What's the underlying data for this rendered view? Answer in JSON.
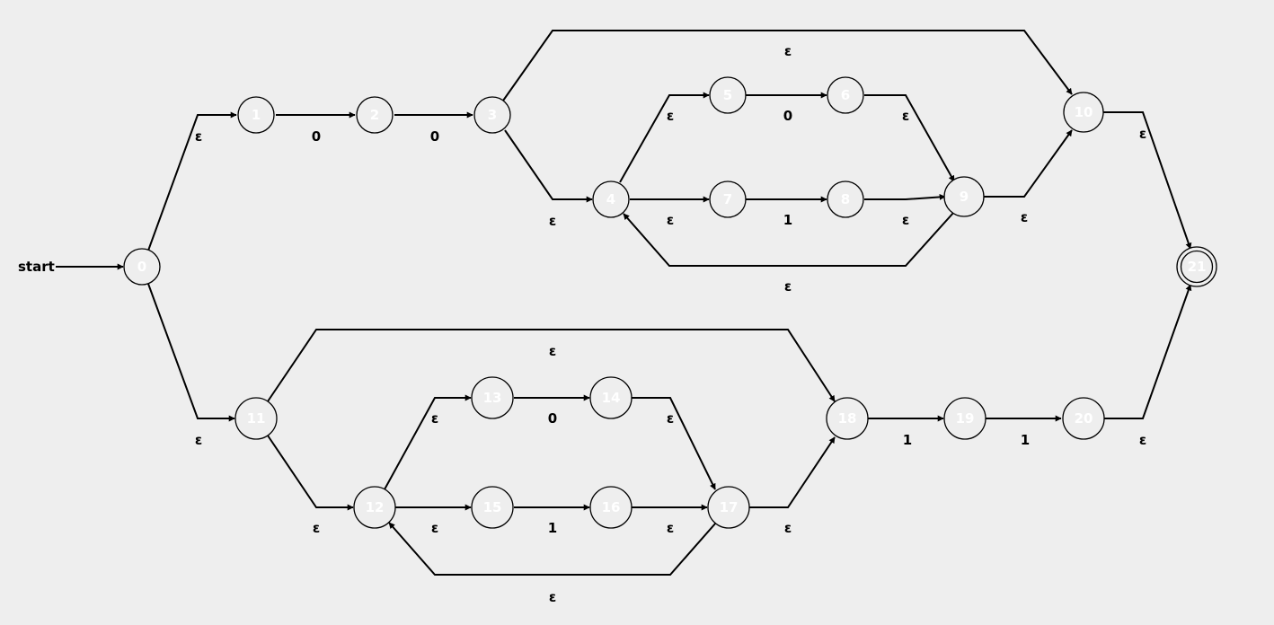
{
  "diagram": {
    "start_label": "start",
    "start_state": "0",
    "accept_states": [
      "21"
    ],
    "states": [
      "0",
      "1",
      "2",
      "3",
      "4",
      "5",
      "6",
      "7",
      "8",
      "9",
      "10",
      "11",
      "12",
      "13",
      "14",
      "15",
      "16",
      "17",
      "18",
      "19",
      "20",
      "21"
    ],
    "transitions": [
      {
        "from": "0",
        "to": "1",
        "label": "ε"
      },
      {
        "from": "1",
        "to": "2",
        "label": "0"
      },
      {
        "from": "2",
        "to": "3",
        "label": "0"
      },
      {
        "from": "3",
        "to": "10",
        "label": "ε"
      },
      {
        "from": "3",
        "to": "4",
        "label": "ε"
      },
      {
        "from": "4",
        "to": "5",
        "label": "ε"
      },
      {
        "from": "5",
        "to": "6",
        "label": "0"
      },
      {
        "from": "6",
        "to": "9",
        "label": "ε"
      },
      {
        "from": "4",
        "to": "7",
        "label": "ε"
      },
      {
        "from": "7",
        "to": "8",
        "label": "1"
      },
      {
        "from": "8",
        "to": "9",
        "label": "ε"
      },
      {
        "from": "9",
        "to": "4",
        "label": "ε"
      },
      {
        "from": "9",
        "to": "10",
        "label": "ε"
      },
      {
        "from": "10",
        "to": "21",
        "label": "ε"
      },
      {
        "from": "0",
        "to": "11",
        "label": "ε"
      },
      {
        "from": "11",
        "to": "18",
        "label": "ε"
      },
      {
        "from": "11",
        "to": "12",
        "label": "ε"
      },
      {
        "from": "12",
        "to": "13",
        "label": "ε"
      },
      {
        "from": "13",
        "to": "14",
        "label": "0"
      },
      {
        "from": "14",
        "to": "17",
        "label": "ε"
      },
      {
        "from": "12",
        "to": "15",
        "label": "ε"
      },
      {
        "from": "15",
        "to": "16",
        "label": "1"
      },
      {
        "from": "16",
        "to": "17",
        "label": "ε"
      },
      {
        "from": "17",
        "to": "12",
        "label": "ε"
      },
      {
        "from": "17",
        "to": "18",
        "label": "ε"
      },
      {
        "from": "18",
        "to": "19",
        "label": "1"
      },
      {
        "from": "19",
        "to": "20",
        "label": "1"
      },
      {
        "from": "20",
        "to": "21",
        "label": "ε"
      }
    ]
  }
}
